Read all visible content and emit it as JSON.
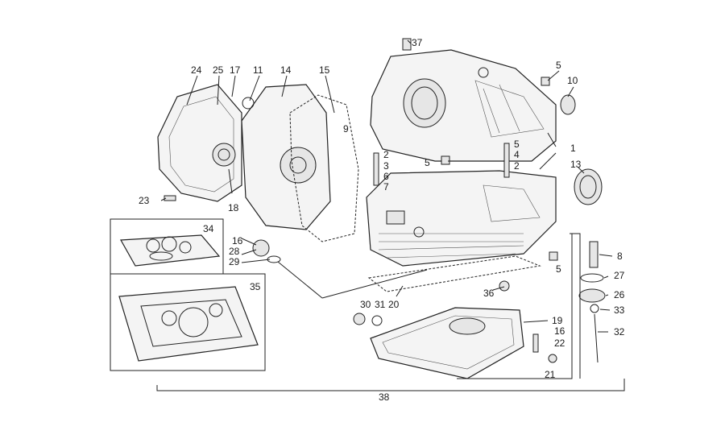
{
  "diagram": {
    "callouts": {
      "c1": "1",
      "c2a": "2",
      "c2b": "2",
      "c3": "3",
      "c4": "4",
      "c5a": "5",
      "c5b": "5",
      "c5c": "5",
      "c5d": "5",
      "c6": "6",
      "c7": "7",
      "c8": "8",
      "c9": "9",
      "c10": "10",
      "c11": "11",
      "c13": "13",
      "c14": "14",
      "c15": "15",
      "c16a": "16",
      "c16b": "16",
      "c17": "17",
      "c18": "18",
      "c19": "19",
      "c20": "20",
      "c21": "21",
      "c22": "22",
      "c23": "23",
      "c24": "24",
      "c25": "25",
      "c26": "26",
      "c27": "27",
      "c28": "28",
      "c29": "29",
      "c30": "30",
      "c31": "31",
      "c32": "32",
      "c33": "33",
      "c34": "34",
      "c35": "35",
      "c36": "36",
      "c37": "37",
      "c38": "38"
    }
  }
}
